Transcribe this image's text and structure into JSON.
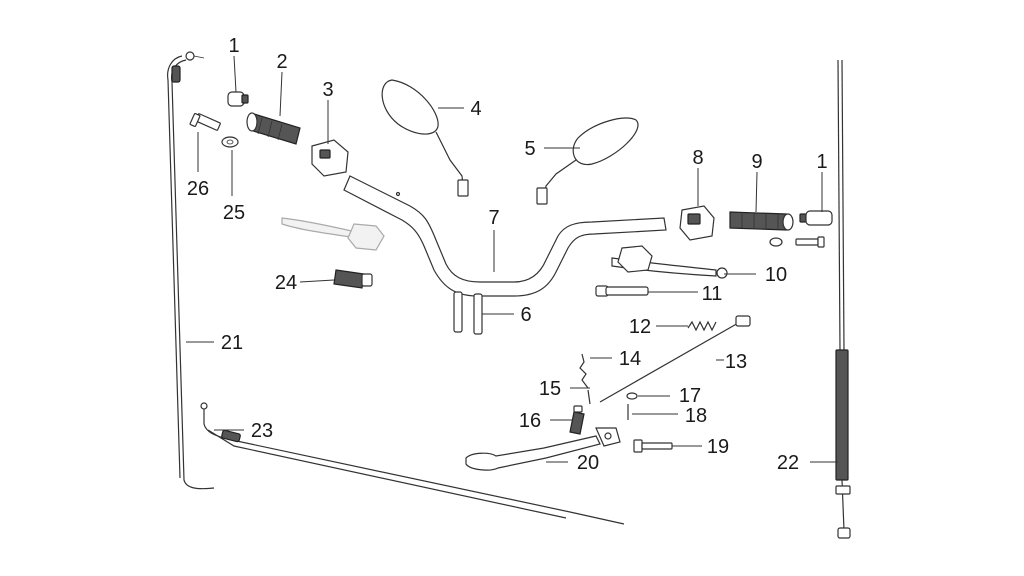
{
  "diagram": {
    "callouts": [
      {
        "id": "c1a",
        "text": "1"
      },
      {
        "id": "c2",
        "text": "2"
      },
      {
        "id": "c3",
        "text": "3"
      },
      {
        "id": "c4",
        "text": "4"
      },
      {
        "id": "c5",
        "text": "5"
      },
      {
        "id": "c6",
        "text": "6"
      },
      {
        "id": "c7",
        "text": "7"
      },
      {
        "id": "c8",
        "text": "8"
      },
      {
        "id": "c9",
        "text": "9"
      },
      {
        "id": "c1b",
        "text": "1"
      },
      {
        "id": "c10",
        "text": "10"
      },
      {
        "id": "c11",
        "text": "11"
      },
      {
        "id": "c12",
        "text": "12"
      },
      {
        "id": "c13",
        "text": "13"
      },
      {
        "id": "c14",
        "text": "14"
      },
      {
        "id": "c15",
        "text": "15"
      },
      {
        "id": "c16",
        "text": "16"
      },
      {
        "id": "c17",
        "text": "17"
      },
      {
        "id": "c18",
        "text": "18"
      },
      {
        "id": "c19",
        "text": "19"
      },
      {
        "id": "c20",
        "text": "20"
      },
      {
        "id": "c21",
        "text": "21"
      },
      {
        "id": "c22",
        "text": "22"
      },
      {
        "id": "c23",
        "text": "23"
      },
      {
        "id": "c24",
        "text": "24"
      },
      {
        "id": "c25",
        "text": "25"
      },
      {
        "id": "c26",
        "text": "26"
      }
    ]
  }
}
